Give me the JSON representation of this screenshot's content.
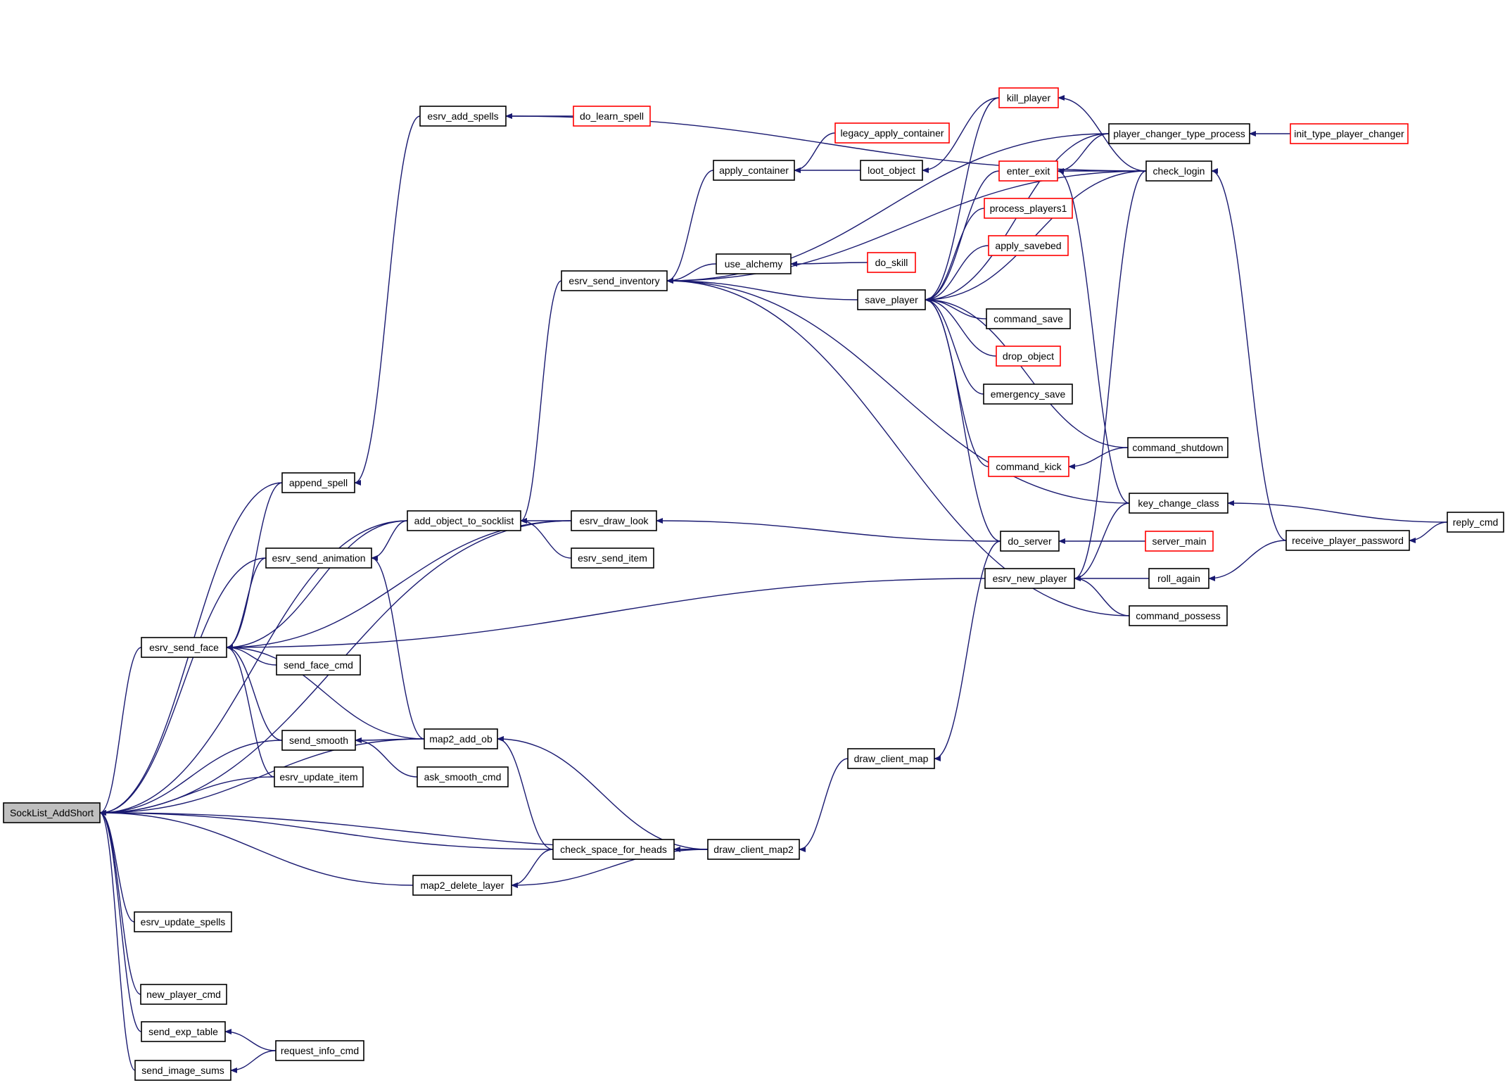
{
  "root": "SockList_AddShort",
  "nodes": {
    "SockList_AddShort": {
      "label": "SockList_AddShort",
      "style": "root"
    },
    "append_spell": {
      "label": "append_spell",
      "style": "normal"
    },
    "esrv_add_spells": {
      "label": "esrv_add_spells",
      "style": "normal"
    },
    "do_learn_spell": {
      "label": "do_learn_spell",
      "style": "red"
    },
    "esrv_send_face": {
      "label": "esrv_send_face",
      "style": "normal"
    },
    "add_object_to_socklist": {
      "label": "add_object_to_socklist",
      "style": "normal"
    },
    "esrv_send_inventory": {
      "label": "esrv_send_inventory",
      "style": "normal"
    },
    "apply_container": {
      "label": "apply_container",
      "style": "normal"
    },
    "legacy_apply_container": {
      "label": "legacy_apply_container",
      "style": "red"
    },
    "loot_object": {
      "label": "loot_object",
      "style": "normal"
    },
    "kill_player": {
      "label": "kill_player",
      "style": "red"
    },
    "use_alchemy": {
      "label": "use_alchemy",
      "style": "normal"
    },
    "do_skill": {
      "label": "do_skill",
      "style": "red"
    },
    "save_player": {
      "label": "save_player",
      "style": "normal"
    },
    "enter_exit": {
      "label": "enter_exit",
      "style": "red"
    },
    "process_players1": {
      "label": "process_players1",
      "style": "red"
    },
    "apply_savebed": {
      "label": "apply_savebed",
      "style": "red"
    },
    "command_save": {
      "label": "command_save",
      "style": "normal"
    },
    "drop_object": {
      "label": "drop_object",
      "style": "red"
    },
    "emergency_save": {
      "label": "emergency_save",
      "style": "normal"
    },
    "command_kick": {
      "label": "command_kick",
      "style": "red"
    },
    "command_shutdown": {
      "label": "command_shutdown",
      "style": "normal"
    },
    "do_server": {
      "label": "do_server",
      "style": "normal"
    },
    "server_main": {
      "label": "server_main",
      "style": "red"
    },
    "esrv_new_player": {
      "label": "esrv_new_player",
      "style": "normal"
    },
    "roll_again": {
      "label": "roll_again",
      "style": "normal"
    },
    "command_possess": {
      "label": "command_possess",
      "style": "normal"
    },
    "key_change_class": {
      "label": "key_change_class",
      "style": "normal"
    },
    "check_login": {
      "label": "check_login",
      "style": "normal"
    },
    "player_changer_type_process": {
      "label": "player_changer_type_process",
      "style": "normal"
    },
    "init_type_player_changer": {
      "label": "init_type_player_changer",
      "style": "red"
    },
    "receive_player_password": {
      "label": "receive_player_password",
      "style": "normal"
    },
    "reply_cmd": {
      "label": "reply_cmd",
      "style": "normal"
    },
    "esrv_draw_look": {
      "label": "esrv_draw_look",
      "style": "normal"
    },
    "esrv_send_item": {
      "label": "esrv_send_item",
      "style": "normal"
    },
    "esrv_send_animation": {
      "label": "esrv_send_animation",
      "style": "normal"
    },
    "send_face_cmd": {
      "label": "send_face_cmd",
      "style": "normal"
    },
    "send_smooth": {
      "label": "send_smooth",
      "style": "normal"
    },
    "map2_add_ob": {
      "label": "map2_add_ob",
      "style": "normal"
    },
    "ask_smooth_cmd": {
      "label": "ask_smooth_cmd",
      "style": "normal"
    },
    "esrv_update_item": {
      "label": "esrv_update_item",
      "style": "normal"
    },
    "check_space_for_heads": {
      "label": "check_space_for_heads",
      "style": "normal"
    },
    "draw_client_map2": {
      "label": "draw_client_map2",
      "style": "normal"
    },
    "draw_client_map": {
      "label": "draw_client_map",
      "style": "normal"
    },
    "map2_delete_layer": {
      "label": "map2_delete_layer",
      "style": "normal"
    },
    "esrv_update_spells": {
      "label": "esrv_update_spells",
      "style": "normal"
    },
    "new_player_cmd": {
      "label": "new_player_cmd",
      "style": "normal"
    },
    "send_exp_table": {
      "label": "send_exp_table",
      "style": "normal"
    },
    "request_info_cmd": {
      "label": "request_info_cmd",
      "style": "normal"
    },
    "send_image_sums": {
      "label": "send_image_sums",
      "style": "normal"
    }
  },
  "edges": [
    [
      "SockList_AddShort",
      "append_spell"
    ],
    [
      "SockList_AddShort",
      "esrv_send_face"
    ],
    [
      "SockList_AddShort",
      "add_object_to_socklist"
    ],
    [
      "SockList_AddShort",
      "esrv_draw_look"
    ],
    [
      "SockList_AddShort",
      "esrv_send_animation"
    ],
    [
      "SockList_AddShort",
      "send_smooth"
    ],
    [
      "SockList_AddShort",
      "esrv_update_item"
    ],
    [
      "SockList_AddShort",
      "map2_add_ob"
    ],
    [
      "SockList_AddShort",
      "check_space_for_heads"
    ],
    [
      "SockList_AddShort",
      "map2_delete_layer"
    ],
    [
      "SockList_AddShort",
      "draw_client_map2"
    ],
    [
      "SockList_AddShort",
      "esrv_update_spells"
    ],
    [
      "SockList_AddShort",
      "new_player_cmd"
    ],
    [
      "SockList_AddShort",
      "send_exp_table"
    ],
    [
      "SockList_AddShort",
      "send_image_sums"
    ],
    [
      "append_spell",
      "esrv_add_spells"
    ],
    [
      "esrv_add_spells",
      "do_learn_spell"
    ],
    [
      "esrv_add_spells",
      "check_login"
    ],
    [
      "esrv_send_face",
      "append_spell"
    ],
    [
      "esrv_send_face",
      "add_object_to_socklist"
    ],
    [
      "esrv_send_face",
      "esrv_send_animation"
    ],
    [
      "esrv_send_face",
      "esrv_draw_look"
    ],
    [
      "esrv_send_face",
      "esrv_new_player"
    ],
    [
      "esrv_send_face",
      "send_face_cmd"
    ],
    [
      "esrv_send_face",
      "map2_add_ob"
    ],
    [
      "esrv_send_face",
      "send_smooth"
    ],
    [
      "esrv_send_face",
      "esrv_update_item"
    ],
    [
      "add_object_to_socklist",
      "esrv_send_inventory"
    ],
    [
      "add_object_to_socklist",
      "esrv_draw_look"
    ],
    [
      "add_object_to_socklist",
      "esrv_send_item"
    ],
    [
      "esrv_send_inventory",
      "apply_container"
    ],
    [
      "esrv_send_inventory",
      "use_alchemy"
    ],
    [
      "esrv_send_inventory",
      "save_player"
    ],
    [
      "esrv_send_inventory",
      "key_change_class"
    ],
    [
      "esrv_send_inventory",
      "command_possess"
    ],
    [
      "esrv_send_inventory",
      "check_login"
    ],
    [
      "esrv_send_inventory",
      "player_changer_type_process"
    ],
    [
      "apply_container",
      "legacy_apply_container"
    ],
    [
      "apply_container",
      "loot_object"
    ],
    [
      "loot_object",
      "kill_player"
    ],
    [
      "use_alchemy",
      "do_skill"
    ],
    [
      "save_player",
      "kill_player"
    ],
    [
      "save_player",
      "enter_exit"
    ],
    [
      "save_player",
      "process_players1"
    ],
    [
      "save_player",
      "apply_savebed"
    ],
    [
      "save_player",
      "command_save"
    ],
    [
      "save_player",
      "drop_object"
    ],
    [
      "save_player",
      "emergency_save"
    ],
    [
      "save_player",
      "command_kick"
    ],
    [
      "save_player",
      "command_shutdown"
    ],
    [
      "save_player",
      "do_server"
    ],
    [
      "save_player",
      "check_login"
    ],
    [
      "save_player",
      "player_changer_type_process"
    ],
    [
      "kill_player",
      "check_login"
    ],
    [
      "enter_exit",
      "player_changer_type_process"
    ],
    [
      "enter_exit",
      "check_login"
    ],
    [
      "enter_exit",
      "key_change_class"
    ],
    [
      "command_kick",
      "command_shutdown"
    ],
    [
      "do_server",
      "server_main"
    ],
    [
      "esrv_new_player",
      "roll_again"
    ],
    [
      "esrv_new_player",
      "command_possess"
    ],
    [
      "esrv_new_player",
      "key_change_class"
    ],
    [
      "esrv_new_player",
      "check_login"
    ],
    [
      "roll_again",
      "receive_player_password"
    ],
    [
      "key_change_class",
      "reply_cmd"
    ],
    [
      "check_login",
      "receive_player_password"
    ],
    [
      "receive_player_password",
      "reply_cmd"
    ],
    [
      "player_changer_type_process",
      "init_type_player_changer"
    ],
    [
      "esrv_draw_look",
      "do_server"
    ],
    [
      "esrv_send_animation",
      "add_object_to_socklist"
    ],
    [
      "esrv_send_animation",
      "map2_add_ob"
    ],
    [
      "send_smooth",
      "map2_add_ob"
    ],
    [
      "send_smooth",
      "ask_smooth_cmd"
    ],
    [
      "map2_add_ob",
      "check_space_for_heads"
    ],
    [
      "map2_add_ob",
      "draw_client_map2"
    ],
    [
      "check_space_for_heads",
      "draw_client_map2"
    ],
    [
      "draw_client_map2",
      "draw_client_map"
    ],
    [
      "draw_client_map",
      "do_server"
    ],
    [
      "map2_delete_layer",
      "check_space_for_heads"
    ],
    [
      "map2_delete_layer",
      "draw_client_map2"
    ],
    [
      "send_exp_table",
      "request_info_cmd"
    ],
    [
      "send_image_sums",
      "request_info_cmd"
    ]
  ]
}
